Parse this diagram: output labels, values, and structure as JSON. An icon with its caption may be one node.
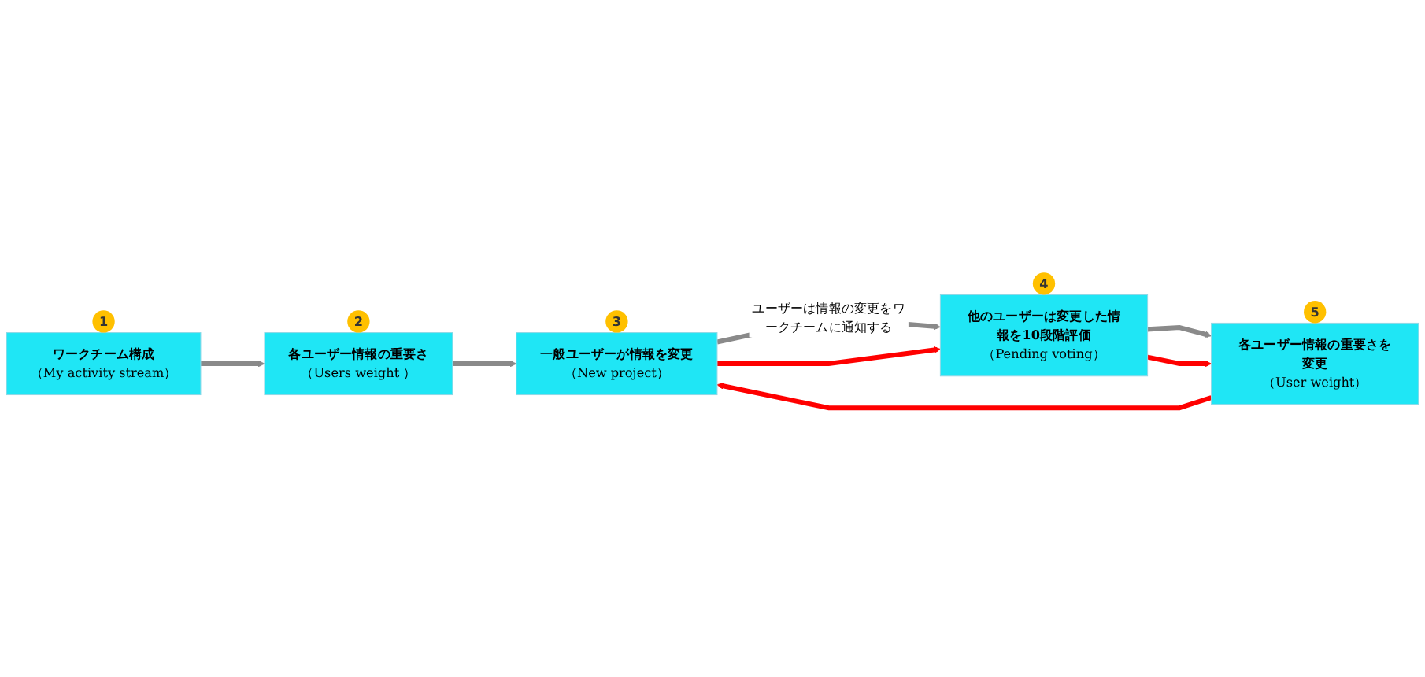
{
  "diagram": {
    "nodes": [
      {
        "text": [
          "ワークチーム構成",
          "（My activity stream）"
        ],
        "beside": [
          "1"
        ]
      },
      {
        "text": [
          "各ユーザー情報の重要さ",
          "（Users weight ）"
        ],
        "beside": [
          "2"
        ]
      },
      {
        "text": [
          "一般ユーザーが情報を変更",
          "（New project）"
        ],
        "beside": [
          "3"
        ]
      },
      {
        "text": [
          "他のユーザーは変更した情報を10段階評価",
          "（Pending voting）"
        ],
        "beside": [
          "4"
        ]
      },
      {
        "text": [
          "各ユーザー情報の重要さを変更",
          "（User weight）"
        ],
        "beside": [
          "5"
        ]
      }
    ],
    "edges": [
      {
        "from": 0,
        "to": 1,
        "arrow": "to"
      },
      {
        "from": 1,
        "to": 2,
        "arrow": "to"
      },
      {
        "from": 2,
        "to": 3,
        "arrow": "to",
        "label": "ユーザーは情報の変更をワークチームに通知する"
      },
      {
        "from": 2,
        "to": 3,
        "arrow": "to",
        "color": "#ff0000"
      },
      {
        "from": 3,
        "to": 4,
        "arrow": "to"
      },
      {
        "from": 3,
        "to": 4,
        "arrow": "to",
        "color": "#ff0000"
      },
      {
        "from": 4,
        "to": 2,
        "arrow": "to",
        "color": "#ff0000"
      }
    ]
  }
}
